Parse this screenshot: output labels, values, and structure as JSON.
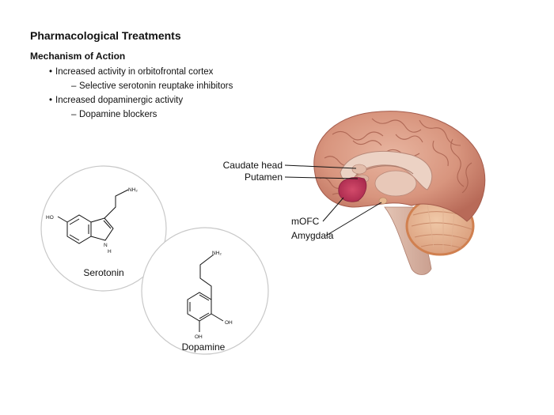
{
  "title": "Pharmacological Treatments",
  "subtitle": "Mechanism of Action",
  "bullets": [
    {
      "text": "Increased activity in orbitofrontal cortex",
      "sub": "Selective serotonin reuptake inhibitors"
    },
    {
      "text": "Increased dopaminergic activity",
      "sub": "Dopamine blockers"
    }
  ],
  "brain_labels": {
    "caudate": "Caudate head",
    "putamen": "Putamen",
    "mofc": "mOFC",
    "amygdala": "Amygdala"
  },
  "serotonin": {
    "name": "Serotonin",
    "nh2": "NH₂",
    "ho": "HO",
    "nh": "H",
    "n": "N"
  },
  "dopamine": {
    "name": "Dopamine",
    "nh2": "NH₂",
    "oh1": "OH",
    "oh2": "OH"
  }
}
